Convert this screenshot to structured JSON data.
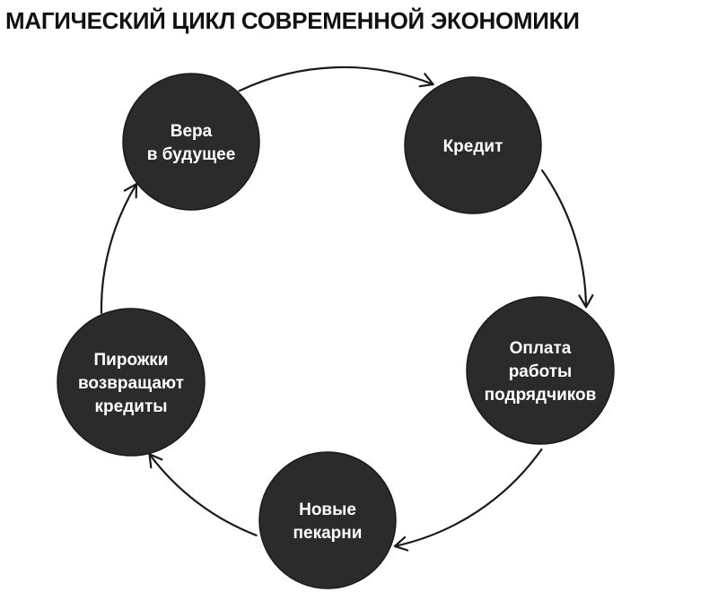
{
  "title": "МАГИЧЕСКИЙ ЦИКЛ СОВРЕМЕННОЙ ЭКОНОМИКИ",
  "cycle": {
    "nodes": [
      {
        "id": "faith",
        "lines": [
          "Вера",
          "в будущее"
        ]
      },
      {
        "id": "credit",
        "lines": [
          "Кредит"
        ]
      },
      {
        "id": "contractor-payment",
        "lines": [
          "Оплата",
          "работы",
          "подрядчиков"
        ]
      },
      {
        "id": "new-bakeries",
        "lines": [
          "Новые",
          "пекарни"
        ]
      },
      {
        "id": "pies-repay",
        "lines": [
          "Пирожки",
          "возвращают",
          "кредиты"
        ]
      }
    ],
    "edges": [
      {
        "from": "faith",
        "to": "credit"
      },
      {
        "from": "credit",
        "to": "contractor-payment"
      },
      {
        "from": "contractor-payment",
        "to": "new-bakeries"
      },
      {
        "from": "new-bakeries",
        "to": "pies-repay"
      },
      {
        "from": "pies-repay",
        "to": "faith"
      }
    ]
  },
  "colors": {
    "node_fill": "#2b2b2b",
    "node_text": "#ffffff",
    "edge": "#1a1a1a",
    "title": "#111111"
  }
}
